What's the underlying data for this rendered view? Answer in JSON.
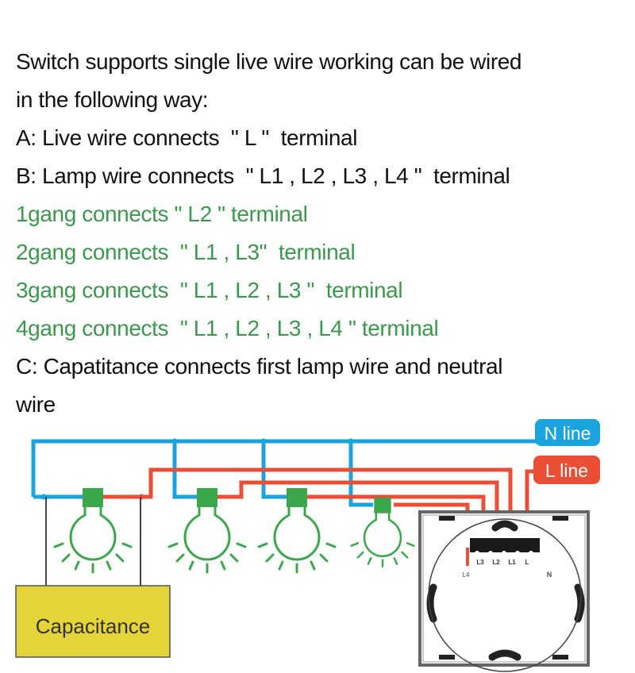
{
  "instructions": {
    "intro_line1": "Switch supports single live wire working can be wired",
    "intro_line2": "in the following way:",
    "a": "A: Live wire connects  \" L \"  terminal",
    "b": "B: Lamp wire connects  \" L1 , L2 , L3 , L4 \"  terminal",
    "gangs": [
      "1gang connects \" L2 \" terminal",
      "2gang connects  \" L1 , L3\"  terminal",
      "3gang connects  \" L1 , L2 , L3 \"  terminal",
      "4gang connects  \" L1 , L2 , L3 , L4 \" terminal"
    ],
    "c_line1": "C: Capatitance connects first lamp wire and neutral",
    "c_line2": "wire"
  },
  "diagram": {
    "n_line_label": "N line",
    "l_line_label": "L line",
    "capacitor_label": "Capacitance",
    "terminals": [
      "L3",
      "L2",
      "L1",
      "L"
    ],
    "terminal_l4": "L4",
    "terminal_n": "N",
    "bulb_count": 4,
    "colors": {
      "neutral": "#1aa3dc",
      "live": "#ea4e35",
      "bulb": "#3aa84a",
      "capacitor": "#e4d43a",
      "gang_text": "#3a9a4c"
    }
  }
}
